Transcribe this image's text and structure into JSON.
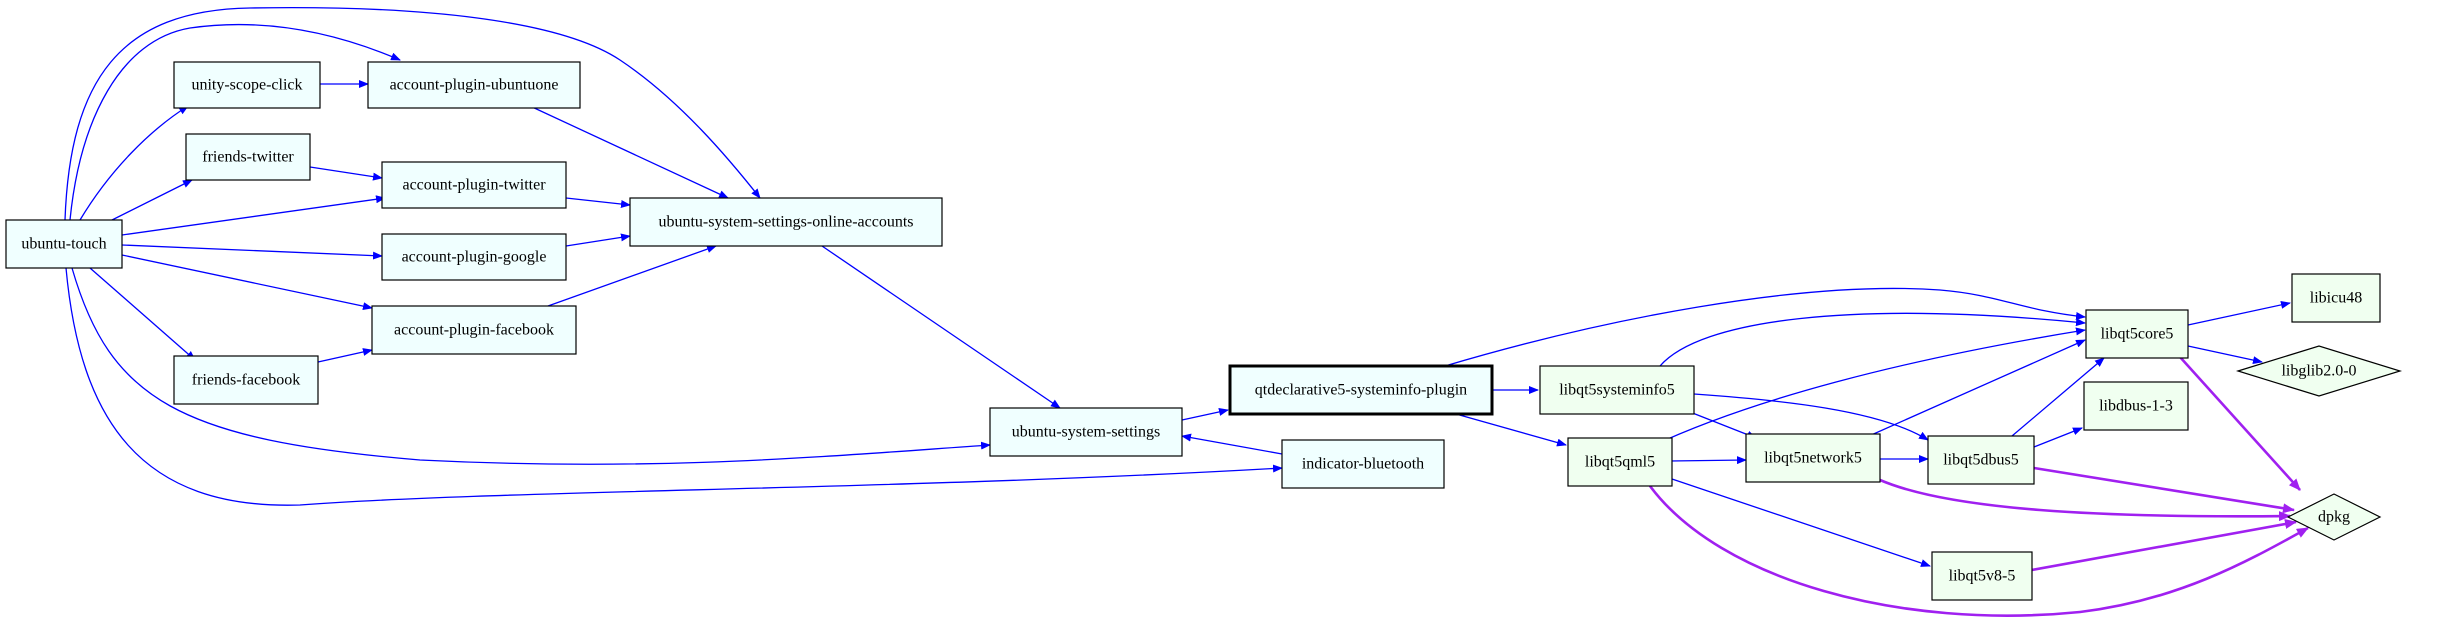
{
  "colors": {
    "edge_dependency": "#0000ff",
    "edge_system": "#a020f0",
    "node_fill_blue": "#f0ffff",
    "node_fill_green": "#f0fff0"
  },
  "nodes": {
    "ubuntu_touch": "ubuntu-touch",
    "unity_scope_click": "unity-scope-click",
    "account_plugin_ubuntuone": "account-plugin-ubuntuone",
    "friends_twitter": "friends-twitter",
    "account_plugin_twitter": "account-plugin-twitter",
    "account_plugin_google": "account-plugin-google",
    "ubuntu_system_settings_online_accounts": "ubuntu-system-settings-online-accounts",
    "account_plugin_facebook": "account-plugin-facebook",
    "friends_facebook": "friends-facebook",
    "ubuntu_system_settings": "ubuntu-system-settings",
    "qtdeclarative5_systeminfo_plugin": "qtdeclarative5-systeminfo-plugin",
    "indicator_bluetooth": "indicator-bluetooth",
    "libqt5systeminfo5": "libqt5systeminfo5",
    "libqt5qml5": "libqt5qml5",
    "libqt5network5": "libqt5network5",
    "libqt5dbus5": "libqt5dbus5",
    "libqt5core5": "libqt5core5",
    "libdbus_1_3": "libdbus-1-3",
    "libicu48": "libicu48",
    "libglib2_0_0": "libglib2.0-0",
    "dpkg": "dpkg",
    "libqt5v8_5": "libqt5v8-5"
  }
}
